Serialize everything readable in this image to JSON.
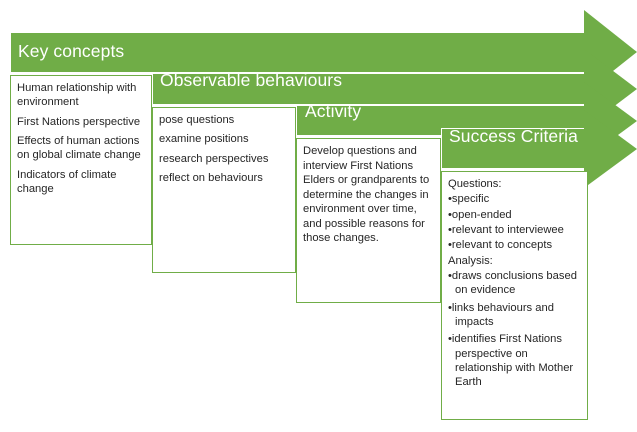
{
  "diagram": {
    "type": "chevron-process",
    "accent_color": "#70AD47",
    "text_color": "#262626",
    "header_text_color": "#FFFFFF",
    "stages": [
      {
        "id": "key-concepts",
        "title": "Key concepts",
        "items": [
          "Human relationship with environment",
          "First Nations perspective",
          "Effects of human actions on global climate change",
          "Indicators of climate change"
        ]
      },
      {
        "id": "observable-behaviours",
        "title": "Observable behaviours",
        "items": [
          "pose questions",
          "examine positions",
          "research perspectives",
          "reflect on behaviours"
        ]
      },
      {
        "id": "activity",
        "title": "Activity",
        "paragraph": "Develop questions and interview First Nations Elders or grandparents to determine the changes in environment over time, and possible reasons for those changes."
      },
      {
        "id": "success-criteria",
        "title": "Success Criteria",
        "groups": [
          {
            "label": "Questions:",
            "bullets": [
              "•specific",
              "•open-ended",
              "•relevant to interviewee",
              "•relevant to concepts"
            ]
          },
          {
            "label": "Analysis:",
            "bullets": [
              "•draws conclusions based on evidence",
              "•links behaviours and impacts",
              "•identifies First Nations perspective on relationship with Mother Earth"
            ]
          }
        ]
      }
    ]
  }
}
